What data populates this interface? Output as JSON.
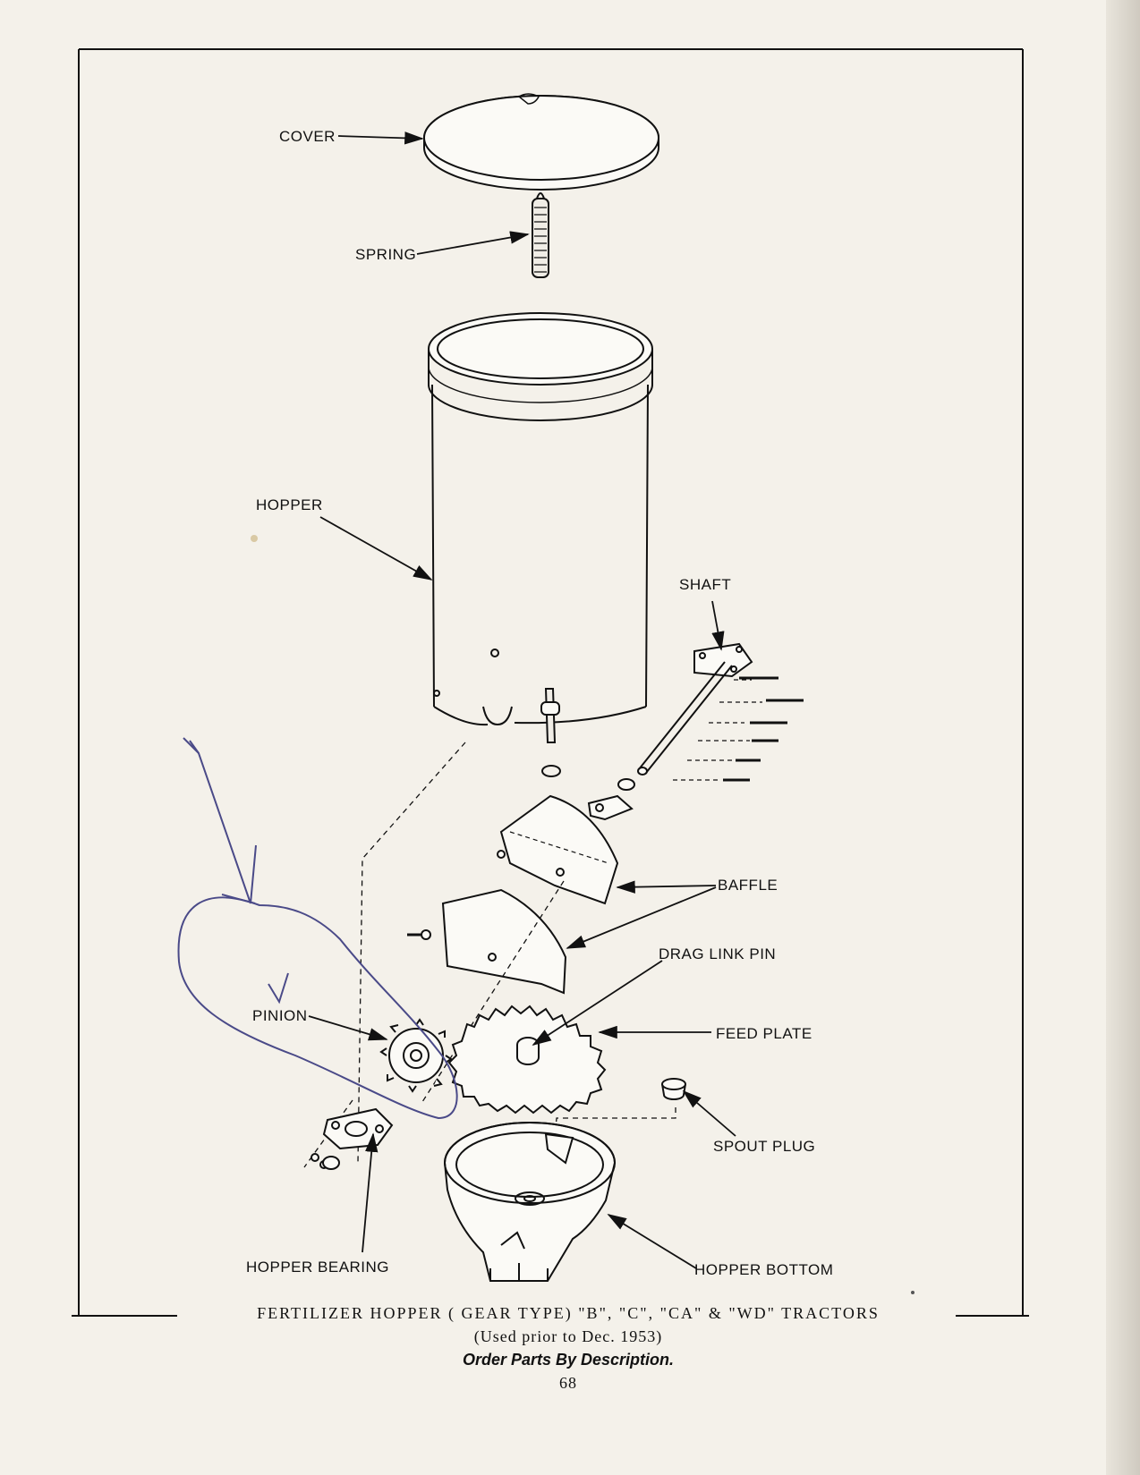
{
  "labels": {
    "cover": "COVER",
    "spring": "SPRING",
    "hopper": "HOPPER",
    "shaft": "SHAFT",
    "baffle": "BAFFLE",
    "drag_link_pin": "DRAG LINK PIN",
    "pinion": "PINION",
    "feed_plate": "FEED PLATE",
    "spout_plug": "SPOUT PLUG",
    "hopper_bearing": "HOPPER BEARING",
    "hopper_bottom": "HOPPER BOTTOM"
  },
  "caption": {
    "title": "FERTILIZER HOPPER ( GEAR TYPE) \"B\", \"C\", \"CA\" & \"WD\" TRACTORS",
    "subtitle": "(Used prior to Dec. 1953)",
    "order_note": "Order Parts By Description.",
    "page_number": "68"
  },
  "annotations": {
    "handwritten_check": "√"
  }
}
